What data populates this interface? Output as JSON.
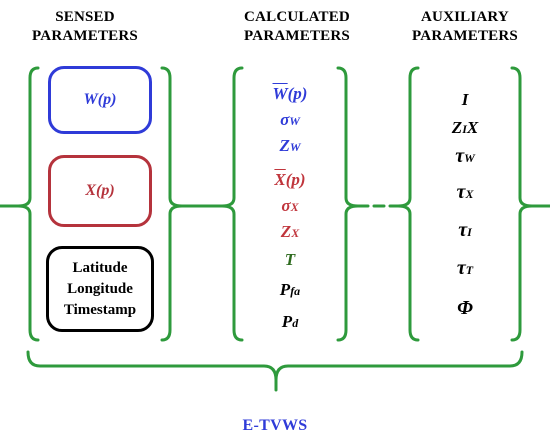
{
  "headers": {
    "sensed": [
      "SENSED",
      "PARAMETERS"
    ],
    "calculated": [
      "CALCULATED",
      "PARAMETERS"
    ],
    "auxiliary": [
      "AUXILIARY",
      "PARAMETERS"
    ]
  },
  "sensed_boxes": {
    "w": "W(p)",
    "x": "X(p)",
    "meta": [
      "Latitude",
      "Longitude",
      "Timestamp"
    ]
  },
  "calculated": [
    {
      "text": "W(p)",
      "color": "#2f3bd8",
      "overline": true
    },
    {
      "text": "σW",
      "color": "#2f3bd8"
    },
    {
      "text": "ZW",
      "color": "#2f3bd8"
    },
    {
      "text": "X(p)",
      "color": "#c0353c",
      "overline": true
    },
    {
      "text": "σX",
      "color": "#c0353c"
    },
    {
      "text": "ZX",
      "color": "#c0353c"
    },
    {
      "text": "T",
      "color": "#2e6b1f"
    },
    {
      "text": "Pfa",
      "color": "#000000"
    },
    {
      "text": "Pd",
      "color": "#000000"
    }
  ],
  "auxiliary": [
    "I",
    "ZIX",
    "τW",
    "τX",
    "τI",
    "τT",
    "Φ"
  ],
  "footer": "E-TVWS",
  "colors": {
    "bracket": "#2e9a3c",
    "blue": "#2f3bd8",
    "red": "#b5333c"
  }
}
